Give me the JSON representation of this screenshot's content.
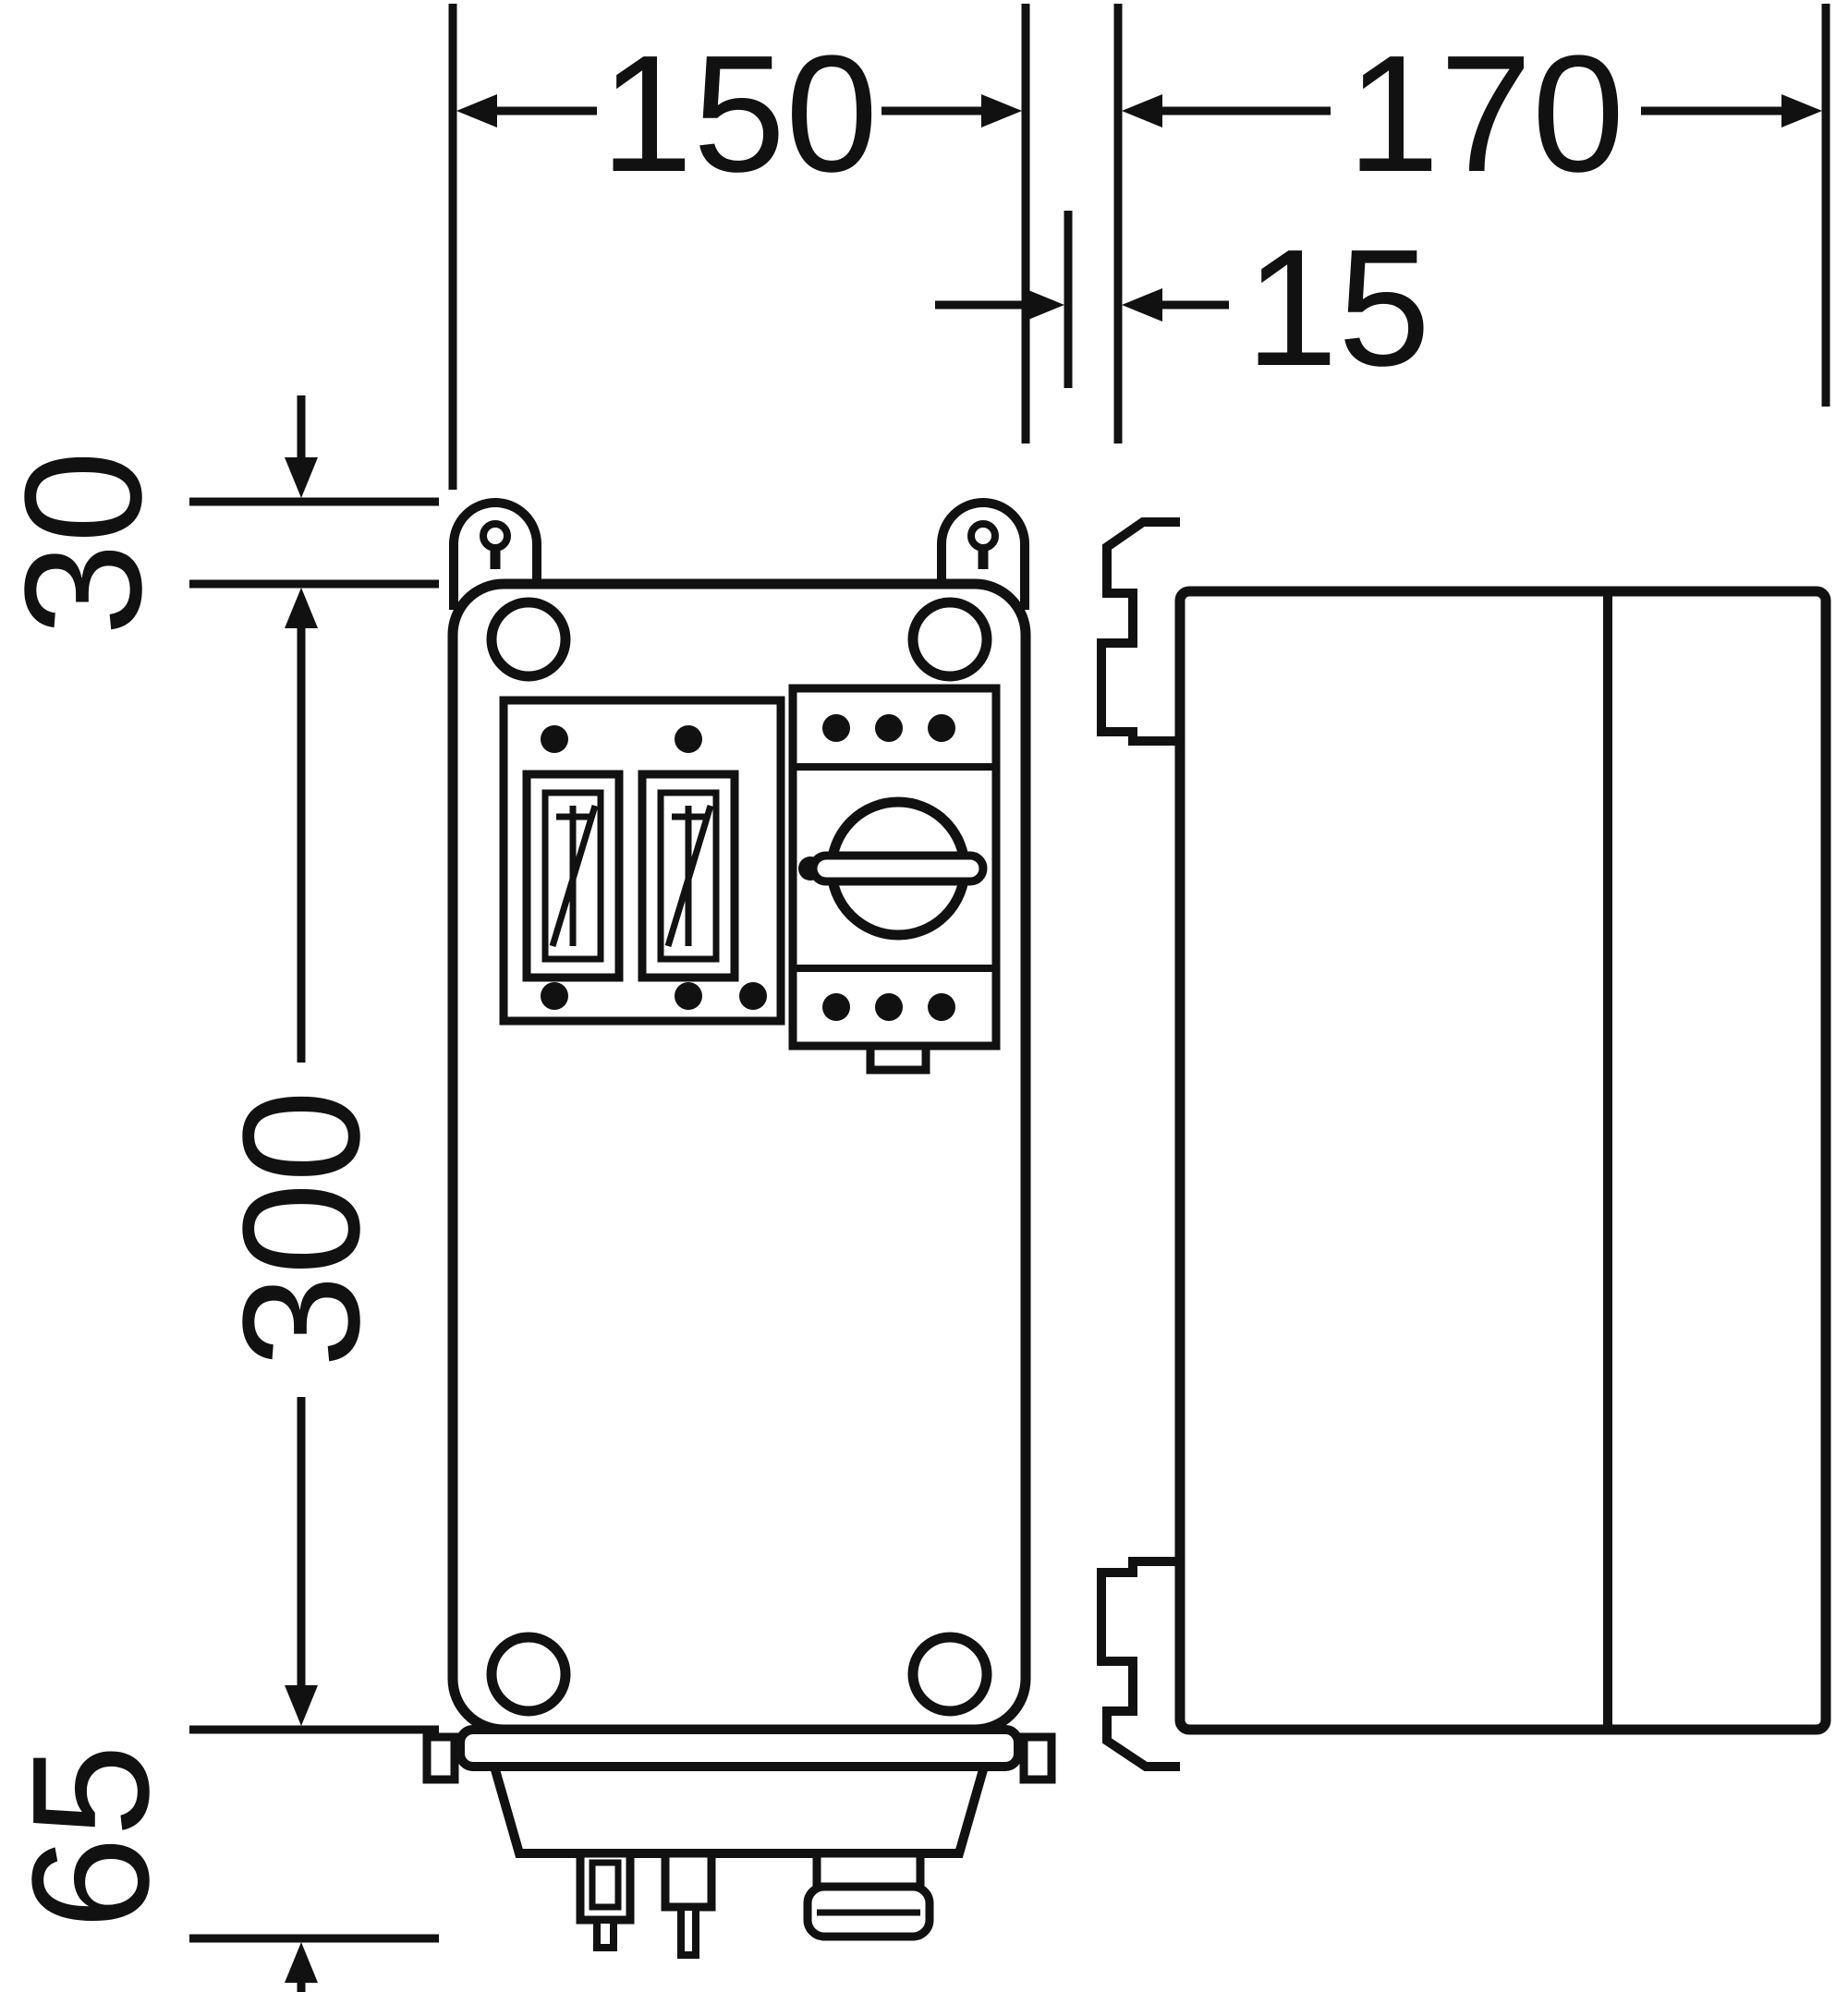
{
  "title": "enclosure-dimension-drawing",
  "dimensions": {
    "front_width": "150",
    "side_depth": "170",
    "rear_offset": "15",
    "top_offset": "30",
    "body_height": "300",
    "bottom_height": "65"
  },
  "colors": {
    "line": "#111111",
    "background": "#ffffff"
  }
}
